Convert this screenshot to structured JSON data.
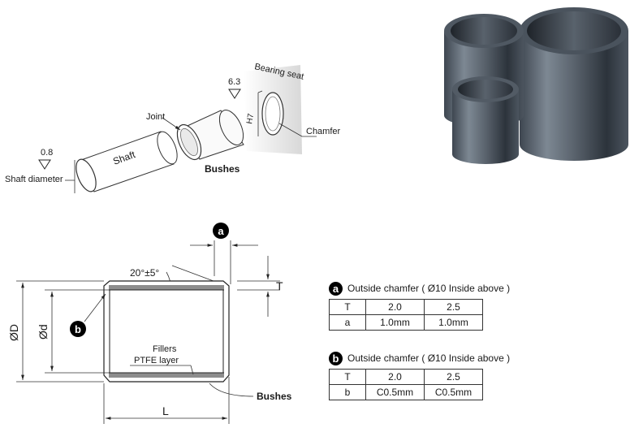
{
  "top_diagram": {
    "bearing_seat": "Bearing seat",
    "roughness_seat": "6.3",
    "tolerance": "H7",
    "chamfer": "Chamfer",
    "joint": "Joint",
    "shaft": "Shaft",
    "bushes": "Bushes",
    "roughness_shaft": "0.8",
    "shaft_diameter": "Shaft diameter"
  },
  "section": {
    "marker_a": "a",
    "marker_b": "b",
    "angle": "20°±5°",
    "thickness": "T",
    "outer_diameter": "ØD",
    "inner_diameter": "Ød",
    "fillers": "Fillers",
    "ptfe": "PTFE layer",
    "bushes": "Bushes",
    "length": "L"
  },
  "tables": [
    {
      "marker": "a",
      "title": "Outside chamfer ( Ø10 Inside above )",
      "rows": [
        [
          "T",
          "2.0",
          "2.5"
        ],
        [
          "a",
          "1.0mm",
          "1.0mm"
        ]
      ]
    },
    {
      "marker": "b",
      "title": "Outside chamfer ( Ø10 Inside above )",
      "rows": [
        [
          "T",
          "2.0",
          "2.5"
        ],
        [
          "b",
          "C0.5mm",
          "C0.5mm"
        ]
      ]
    }
  ]
}
